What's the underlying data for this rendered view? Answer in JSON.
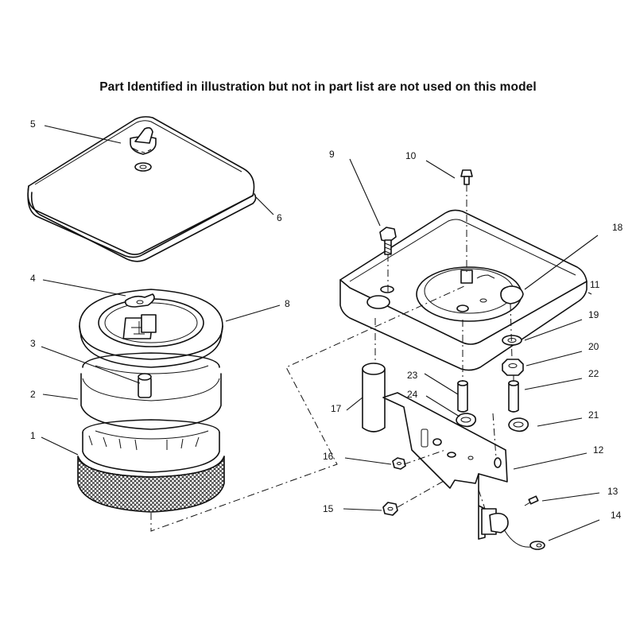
{
  "header": {
    "notice": "Part Identified in illustration but not in part list are not used on this model"
  },
  "callouts": {
    "c1": "1",
    "c2": "2",
    "c3": "3",
    "c4": "4",
    "c5": "5",
    "c6": "6",
    "c7": "8",
    "c8": "9",
    "c9": "10",
    "c10": "11",
    "c11": "12",
    "c12": "13",
    "c13": "14",
    "c14": "15",
    "c15": "16",
    "c16": "17",
    "c17": "18",
    "c18": "19",
    "c19": "20",
    "c20": "21",
    "c21": "22",
    "c22": "23",
    "c23": "24"
  }
}
